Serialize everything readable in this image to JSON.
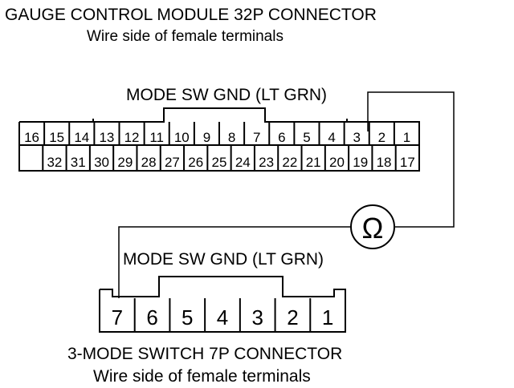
{
  "top_connector": {
    "title": "GAUGE CONTROL MODULE 32P CONNECTOR",
    "subtitle": "Wire side of female terminals",
    "wire_label": "MODE SW GND (LT GRN)",
    "row1": [
      "16",
      "15",
      "14",
      "13",
      "12",
      "11",
      "10",
      "9",
      "8",
      "7",
      "6",
      "5",
      "4",
      "3",
      "2",
      "1"
    ],
    "row2": [
      "",
      "32",
      "31",
      "30",
      "29",
      "28",
      "27",
      "26",
      "25",
      "24",
      "23",
      "22",
      "21",
      "20",
      "19",
      "18",
      "17"
    ]
  },
  "meter": {
    "symbol": "Ω",
    "icon": "ohmmeter-icon"
  },
  "bottom_connector": {
    "wire_label": "MODE SW GND (LT GRN)",
    "pins": [
      "7",
      "6",
      "5",
      "4",
      "3",
      "2",
      "1"
    ],
    "title": "3-MODE SWITCH 7P CONNECTOR",
    "subtitle": "Wire side of female terminals"
  },
  "colors": {
    "line": "#000000",
    "background": "#ffffff"
  }
}
